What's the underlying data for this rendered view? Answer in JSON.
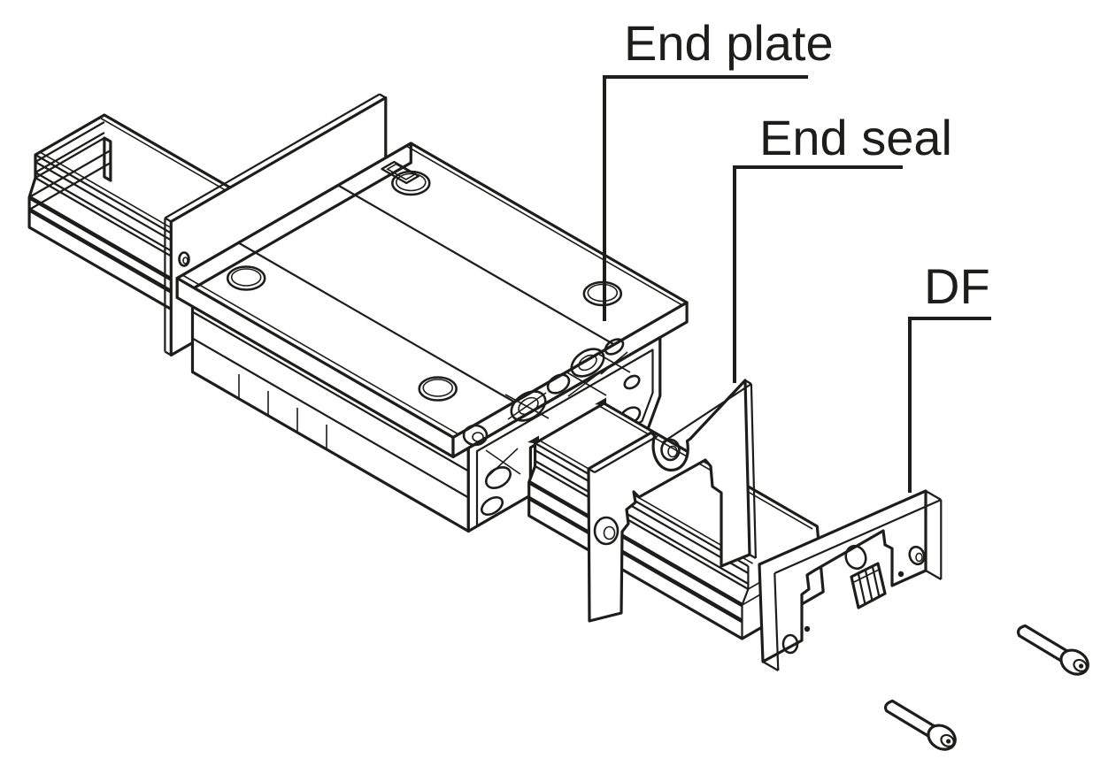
{
  "diagram": {
    "type": "exploded-isometric-technical-drawing",
    "subject": "Linear motion guide rail and carriage end components",
    "background_color": "#ffffff",
    "line_color": "#1d1d1b",
    "labels": [
      {
        "id": "end-plate",
        "text": "End plate"
      },
      {
        "id": "end-seal",
        "text": "End seal"
      },
      {
        "id": "df",
        "text": "DF"
      }
    ],
    "parts": [
      "guide-rail",
      "lm-block-carriage",
      "rear-end-seal",
      "end-plate",
      "end-seal",
      "df-dust-protection-unit",
      "scraper-insert",
      "button-head-screw",
      "button-head-screw"
    ]
  }
}
